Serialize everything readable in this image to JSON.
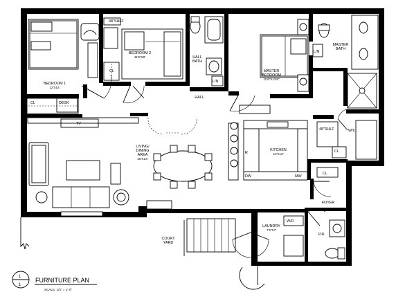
{
  "rooms": {
    "bedroom1": {
      "name": "BEDROOM 1",
      "size": "12'X14'"
    },
    "bedroom2": {
      "name": "BEDROOM 2",
      "size": "11'6\"X9'"
    },
    "hall_bath": {
      "name1": "HALL",
      "name2": "BATH"
    },
    "master_bedroom": {
      "name1": "MASTER",
      "name2": "BEDROOM",
      "size": "11'6\"X13'6\""
    },
    "master_bath": {
      "name1": "MASTER",
      "name2": "BATH"
    },
    "hall": {
      "name": "HALL"
    },
    "living": {
      "name1": "LIVING/",
      "name2": "DINING",
      "name3": "AREA",
      "size": "25'X13'"
    },
    "kitchen": {
      "name": "KITCHEN",
      "size": "13'X13'"
    },
    "foyer": {
      "name": "FOYER"
    },
    "laundry": {
      "name": "LAUNDRY",
      "size": "7'6\"X7'"
    },
    "court_yard": {
      "name1": "COURT",
      "name2": "YARD"
    }
  },
  "labels": {
    "cl": "CL",
    "linen": "L/N",
    "desk": "DESK",
    "tv": "TV",
    "dw": "DW",
    "mw": "MW",
    "wc": "W/C",
    "pr": "P.R.",
    "wd": "W/D",
    "shelf": "48\"SHLF",
    "r": "R",
    "bedroom_size": "12'X14'"
  },
  "title": {
    "main": "FURNITURE PLAN",
    "scale": "SCALE: 1/4\" = 1'-0\"",
    "marker_top": "1",
    "marker_bottom": "1"
  }
}
